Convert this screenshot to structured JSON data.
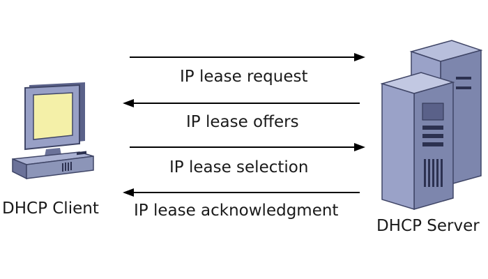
{
  "diagram": {
    "client": {
      "label": "DHCP Client",
      "icon": "desktop-computer-icon"
    },
    "server": {
      "label": "DHCP Server",
      "icon": "server-tower-icon"
    },
    "messages": [
      {
        "label": "IP lease request",
        "direction": "client-to-server"
      },
      {
        "label": "IP lease offers",
        "direction": "server-to-client"
      },
      {
        "label": "IP lease selection",
        "direction": "client-to-server"
      },
      {
        "label": "IP lease acknowledgment",
        "direction": "server-to-client"
      }
    ],
    "colors": {
      "device_body": "#8c95b8",
      "device_dark": "#3f4566",
      "screen": "#f4f0a8",
      "arrow": "#000000"
    }
  }
}
